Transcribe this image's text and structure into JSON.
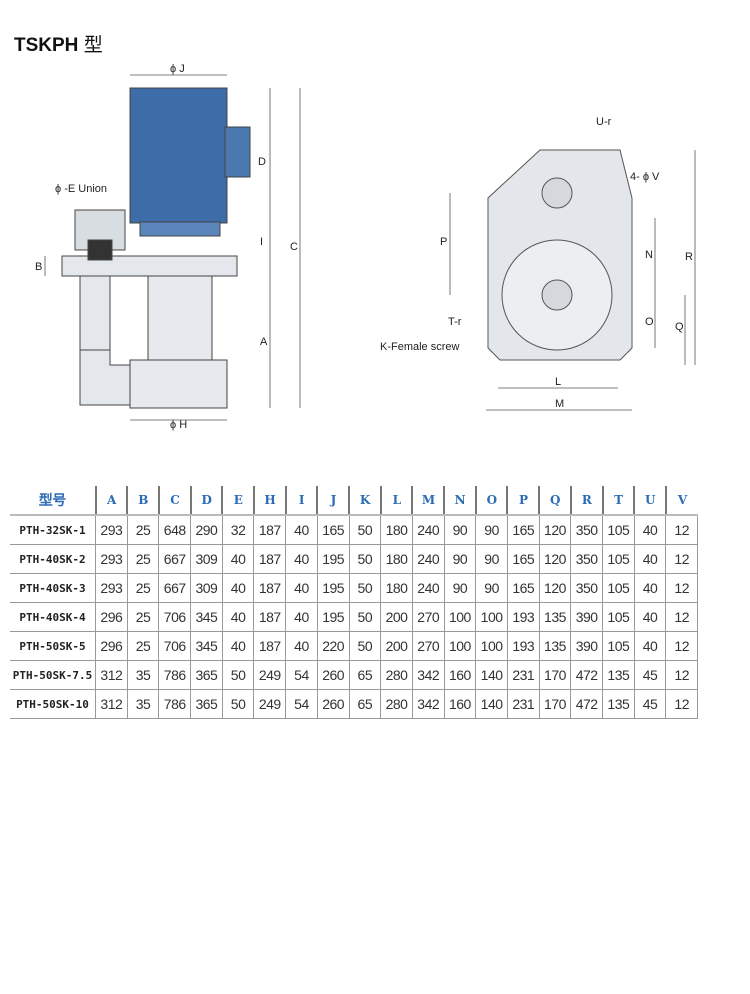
{
  "title": {
    "model": "TSKPH",
    "suffix": "型"
  },
  "side_view_labels": {
    "phiJ": "ϕ J",
    "D": "D",
    "union": "ϕ -E Union",
    "B": "B",
    "I": "I",
    "C": "C",
    "A": "A",
    "phiH": "ϕ H"
  },
  "top_view_labels": {
    "Ur": "U-r",
    "V": "4- ϕ V",
    "P": "P",
    "N": "N",
    "R": "R",
    "Tr": "T-r",
    "O": "O",
    "Q": "Q",
    "K": "K-Female screw",
    "L": "L",
    "M": "M"
  },
  "table": {
    "header_model": "型号",
    "columns": [
      "A",
      "B",
      "C",
      "D",
      "E",
      "H",
      "I",
      "J",
      "K",
      "L",
      "M",
      "N",
      "O",
      "P",
      "Q",
      "R",
      "T",
      "U",
      "V"
    ],
    "rows": [
      {
        "model": "PTH-32SK-1",
        "values": [
          "293",
          "25",
          "648",
          "290",
          "32",
          "187",
          "40",
          "165",
          "50",
          "180",
          "240",
          "90",
          "90",
          "165",
          "120",
          "350",
          "105",
          "40",
          "12"
        ]
      },
      {
        "model": "PTH-40SK-2",
        "values": [
          "293",
          "25",
          "667",
          "309",
          "40",
          "187",
          "40",
          "195",
          "50",
          "180",
          "240",
          "90",
          "90",
          "165",
          "120",
          "350",
          "105",
          "40",
          "12"
        ]
      },
      {
        "model": "PTH-40SK-3",
        "values": [
          "293",
          "25",
          "667",
          "309",
          "40",
          "187",
          "40",
          "195",
          "50",
          "180",
          "240",
          "90",
          "90",
          "165",
          "120",
          "350",
          "105",
          "40",
          "12"
        ]
      },
      {
        "model": "PTH-40SK-4",
        "values": [
          "296",
          "25",
          "706",
          "345",
          "40",
          "187",
          "40",
          "195",
          "50",
          "200",
          "270",
          "100",
          "100",
          "193",
          "135",
          "390",
          "105",
          "40",
          "12"
        ]
      },
      {
        "model": "PTH-50SK-5",
        "values": [
          "296",
          "25",
          "706",
          "345",
          "40",
          "187",
          "40",
          "220",
          "50",
          "200",
          "270",
          "100",
          "100",
          "193",
          "135",
          "390",
          "105",
          "40",
          "12"
        ]
      },
      {
        "model": "PTH-50SK-7.5",
        "values": [
          "312",
          "35",
          "786",
          "365",
          "50",
          "249",
          "54",
          "260",
          "65",
          "280",
          "342",
          "160",
          "140",
          "231",
          "170",
          "472",
          "135",
          "45",
          "12"
        ]
      },
      {
        "model": "PTH-50SK-10",
        "values": [
          "312",
          "35",
          "786",
          "365",
          "50",
          "249",
          "54",
          "260",
          "65",
          "280",
          "342",
          "160",
          "140",
          "231",
          "170",
          "472",
          "135",
          "45",
          "12"
        ]
      }
    ]
  }
}
